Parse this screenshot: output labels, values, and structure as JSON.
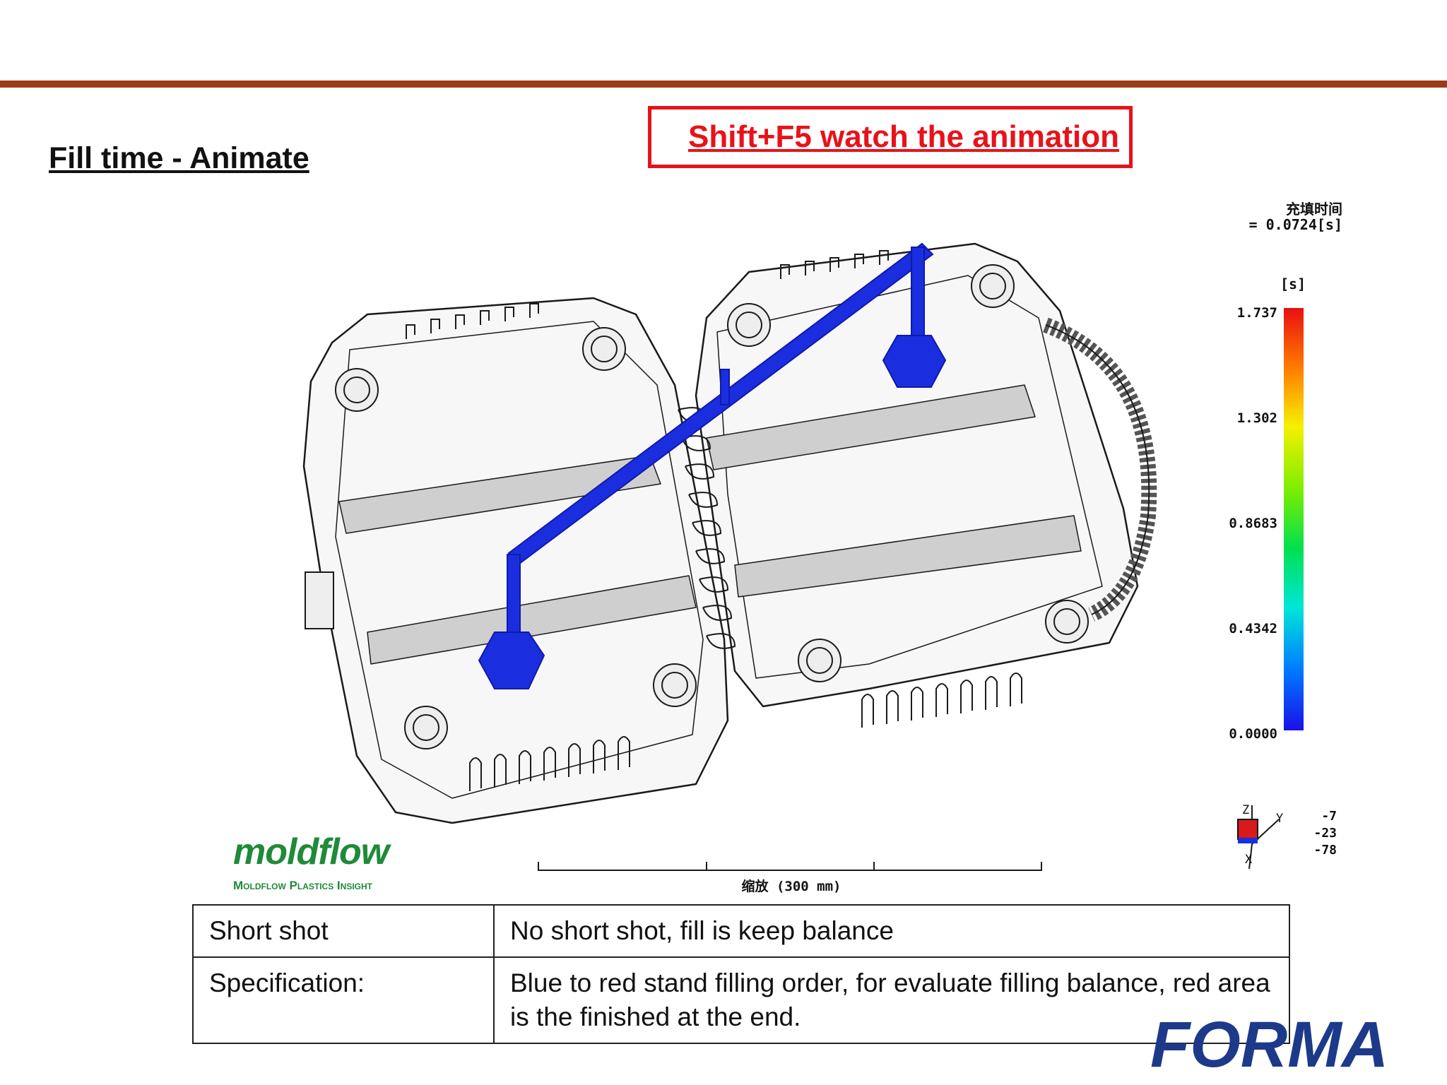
{
  "slide": {
    "title": "Fill time - Animate",
    "callout": "Shift+F5 watch the animation"
  },
  "result": {
    "title": "充填时间",
    "value": "= 0.0724[s]",
    "unit": "[s]",
    "legend_ticks": [
      "1.737",
      "1.302",
      "0.8683",
      "0.4342",
      "0.0000"
    ],
    "axis_letters": {
      "z": "Z",
      "y": "Y",
      "x": "X"
    },
    "axis_values": [
      "-7",
      "-23",
      "-78"
    ],
    "scale_label": "缩放 (300 mm)"
  },
  "logo": {
    "word": "moldflow",
    "subtitle": "Moldflow Plastics Insight",
    "company": "FORMA"
  },
  "table": {
    "rows": [
      {
        "key": "Short shot",
        "value": "No short shot, fill is keep balance"
      },
      {
        "key": "Specification:",
        "value": "Blue to red stand filling order, for evaluate filling balance, red area is the finished at the end."
      }
    ]
  },
  "colors": {
    "accent_rule": "#9b3b17",
    "callout_red": "#e8121a",
    "runner_blue": "#1a2ee0",
    "logo_green": "#1f8a39",
    "logo_navy": "#1d3a8a"
  }
}
